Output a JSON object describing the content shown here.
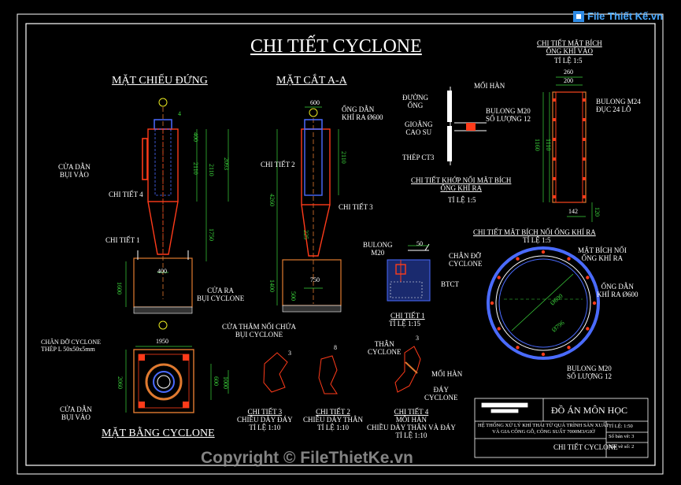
{
  "title": "CHI TIẾT CYCLONE",
  "logo": "File Thiết Kế.vn",
  "watermark": "Copyright © FileThietKe.vn",
  "views": {
    "elevation": "MẶT CHIẾU ĐỨNG",
    "section": "MẶT CẮT A-A",
    "plan": "MẶT BẰNG CYCLONE"
  },
  "elevation_labels": {
    "inlet": [
      "CỬA DẪN",
      "BỤI VÀO"
    ],
    "detail4": "CHI TIẾT 4",
    "detail1": "CHI TIẾT 1",
    "dust_outlet": [
      "CỬA RA",
      "BỤI CYCLONE"
    ]
  },
  "section_labels": {
    "outlet_pipe": [
      "ỐNG DẪN",
      "KHÍ RA Ø600"
    ],
    "detail2": "CHI TIẾT 2",
    "detail3": "CHI TIẾT 3",
    "dust_chamber_door": [
      "CỬA THĂM NỐI CHỨA",
      "BỤI CYCLONE"
    ]
  },
  "plan_labels": {
    "support": [
      "CHÂN ĐỠ CYCLONE",
      "THÉP L 50x50x5mm"
    ],
    "inlet": [
      "CỬA DẪN",
      "BỤI VÀO"
    ]
  },
  "dimensions": {
    "elev_top": "4",
    "elev_400": "400",
    "elev_2110a": "2110",
    "elev_2110b": "2110",
    "elev_2093": "2093",
    "elev_1750": "1750",
    "elev_400b": "400",
    "elev_1600": "1600",
    "sec_600": "600",
    "sec_2110": "2110",
    "sec_4260": "4260",
    "sec_225": "225",
    "sec_750": "750",
    "sec_1400": "1400",
    "sec_500": "500",
    "plan_1950": "1950",
    "plan_2060": "2060",
    "plan_600": "600",
    "plan_1000": "1000",
    "flange_260": "260",
    "flange_200": "200",
    "flange_1160": "1160",
    "flange_1110": "1110",
    "flange_142": "142",
    "flange_120": "120",
    "bolt_50": "50",
    "d_600": "Ø600",
    "d_796": "Ø796",
    "t3": "3",
    "t8": "8",
    "t3b": "3"
  },
  "joint_detail": {
    "pipe": [
      "ĐƯỜNG",
      "ỐNG"
    ],
    "weld": "MỐI HÀN",
    "gasket": [
      "GIOĂNG",
      "CAO SU"
    ],
    "bolt": [
      "BULONG M20",
      "SỐ LƯỢNG 12"
    ],
    "steel": "THÉP CT3",
    "caption": [
      "CHI TIẾT KHỚP NỐI MẶT BÍCH",
      "ỐNG KHÍ RA"
    ],
    "scale": "TỈ LỆ 1:5"
  },
  "flange_section": {
    "caption": [
      "CHI TIẾT MẶT BÍCH",
      "ỐNG KHÍ VÀO"
    ],
    "scale": "TỈ LỆ 1:5",
    "bolt": [
      "BULONG M24",
      "ĐỤC 24 LỖ"
    ]
  },
  "flange_plan": {
    "caption": "CHI TIẾT MẶT BÍCH NỐI ỐNG KHÍ RA",
    "scale": "TỈ LỆ 1:5",
    "flange_label": [
      "MẶT BÍCH NỐI",
      "ỐNG KHÍ RA"
    ],
    "pipe_label": [
      "ỐNG DẪN",
      "KHÍ RA Ø600"
    ],
    "bolt_label": [
      "BULONG M20",
      "SỐ LƯỢNG 12"
    ]
  },
  "detail1": {
    "bolt": [
      "BULONG",
      "M20"
    ],
    "support": [
      "CHÂN ĐỠ",
      "CYCLONE"
    ],
    "btct": "BTCT",
    "caption": "CHI TIẾT 1",
    "scale": "TỈ LỆ 1:15"
  },
  "small_details": [
    {
      "caption": "CHI TIẾT 3",
      "sub": "CHIỀU DÀY ĐÁY",
      "scale": "TỈ LỆ 1:10"
    },
    {
      "caption": "CHI TIẾT 2",
      "sub": "CHIỀU DÀY THÂN",
      "scale": "TỈ LỆ 1:10"
    },
    {
      "caption": "CHI TIẾT 4",
      "sub": "MỐI HÀN",
      "sub2": "CHIỀU DÀY THÂN VÀ ĐÁY",
      "scale": "TỈ LỆ 1:10"
    }
  ],
  "detail4_labels": {
    "body": [
      "THÂN",
      "CYCLONE"
    ],
    "weld": "MỐI HÀN",
    "bottom": [
      "ĐÁY",
      "CYCLONE"
    ]
  },
  "title_block": {
    "project": "ĐỒ ÁN MÔN HỌC",
    "desc1": "HỆ THỐNG XỬ LÝ KHÍ THẢI TỪ QUÁ TRÌNH SẢN XUẤT",
    "desc2": "VÀ GIA CÔNG GỖ, CÔNG SUẤT 7000M3/GIỜ",
    "sheet": "CHI TIẾT CYCLONE",
    "scale": "TỈ LỆ: 1:50",
    "sheet_no": "Số bản vẽ: 3",
    "total": "Bản vẽ số: 2"
  },
  "colors": {
    "background": "#000000",
    "line": "#ffffff",
    "body_red": "#ff3b1a",
    "dim_green": "#3cd63c",
    "blue": "#4a6bff",
    "orange": "#e07a30",
    "yellow": "#e8e820",
    "cyan": "#3fd4d4",
    "magenta": "#c040c0"
  }
}
